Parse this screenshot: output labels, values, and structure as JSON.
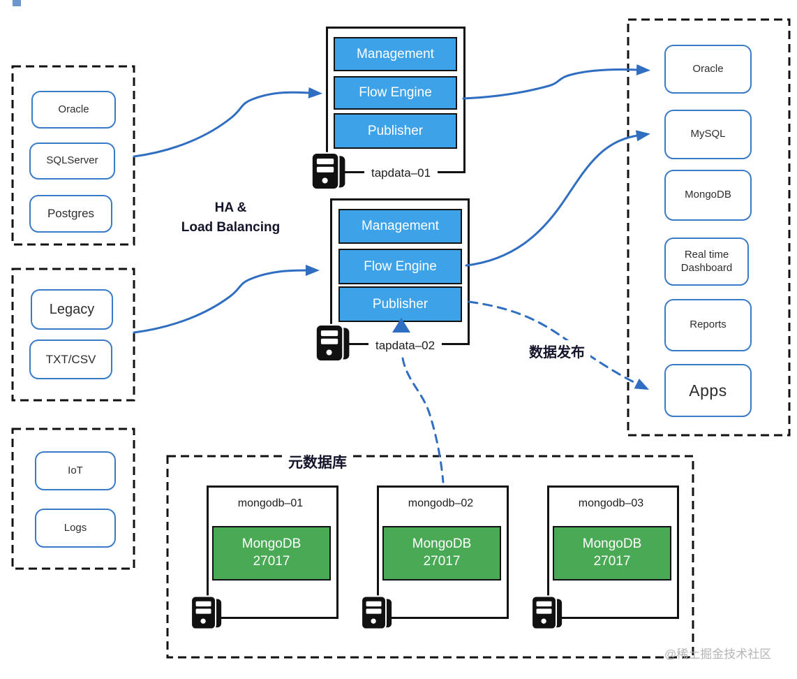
{
  "colors": {
    "module_blue": "#3ea2e9",
    "mongo_green": "#4aa955",
    "node_border_blue": "#3a7bc8",
    "arrow_blue": "#2f6ec1",
    "box_border_black": "#111111",
    "watermark_gray": "#b5b5b5",
    "logo_blue": "#6d96c9"
  },
  "source_groups": {
    "group1": {
      "items": {
        "0": "Oracle",
        "1": "SQLServer",
        "2": "Postgres"
      }
    },
    "group2": {
      "items": {
        "0": "Legacy",
        "1": "TXT/CSV"
      }
    },
    "group3": {
      "items": {
        "0": "IoT",
        "1": "Logs"
      }
    }
  },
  "servers": {
    "0": {
      "host": "tapdata–01",
      "modules": {
        "0": "Management",
        "1": "Flow Engine",
        "2": "Publisher"
      }
    },
    "1": {
      "host": "tapdata–02",
      "modules": {
        "0": "Management",
        "1": "Flow Engine",
        "2": "Publisher"
      }
    }
  },
  "captions": {
    "ha": "HA  &\nLoad Balancing",
    "metadata_db": "元数据库",
    "data_publish": "数据发布"
  },
  "targets": {
    "0": "Oracle",
    "1": "MySQL",
    "2": "MongoDB",
    "3": "Real time Dashboard",
    "4": "Reports",
    "5": "Apps"
  },
  "metadata_cluster": {
    "nodes": {
      "0": {
        "host": "mongodb–01",
        "service": "MongoDB\n27017"
      },
      "1": {
        "host": "mongodb–02",
        "service": "MongoDB\n27017"
      },
      "2": {
        "host": "mongodb–03",
        "service": "MongoDB\n27017"
      }
    }
  },
  "watermark": "@稀土掘金技术社区"
}
